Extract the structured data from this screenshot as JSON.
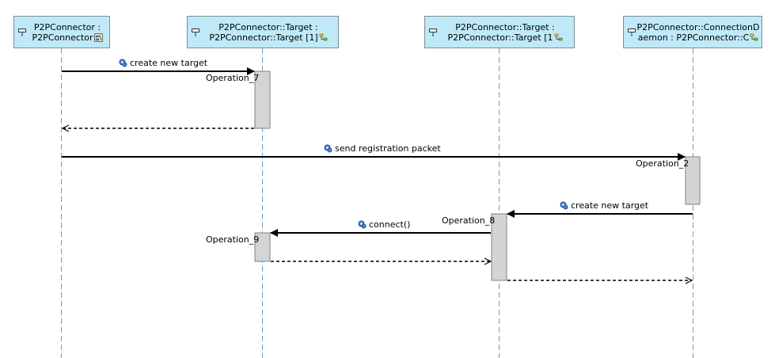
{
  "lifelines": [
    {
      "line1": "P2PConnector :",
      "line2": "P2PConnector",
      "icon": "lifeline-icon",
      "tag_icon": "component-icon"
    },
    {
      "line1": "P2PConnector::Target :",
      "line2": "P2PConnector::Target [1]",
      "icon": "lifeline-icon",
      "tag_icon": "class-icon"
    },
    {
      "line1": "P2PConnector::Target :",
      "line2": "P2PConnector::Target [1",
      "icon": "lifeline-icon",
      "tag_icon": "class-icon"
    },
    {
      "line1": "P2PConnector::ConnectionD",
      "line2": "aemon : P2PConnector::C",
      "icon": "lifeline-icon",
      "tag_icon": "class-icon"
    }
  ],
  "messages": [
    {
      "label": "create new target",
      "icon": "operation-icon"
    },
    {
      "label": "send registration packet",
      "icon": "operation-icon"
    },
    {
      "label": "create new target",
      "icon": "operation-icon"
    },
    {
      "label": "connect()",
      "icon": "operation-icon"
    }
  ],
  "operations": [
    {
      "label": "Operation_7"
    },
    {
      "label": "Operation_2"
    },
    {
      "label": "Operation_8"
    },
    {
      "label": "Operation_9"
    }
  ],
  "colors": {
    "lifeline_header": "#bfe9f9",
    "lifeline_header_border": "#7d8e97",
    "lifeline_dash": "#6a9ec9",
    "activation_fill": "#d4d4d4",
    "activation_border": "#808080",
    "message_line": "#000000"
  }
}
